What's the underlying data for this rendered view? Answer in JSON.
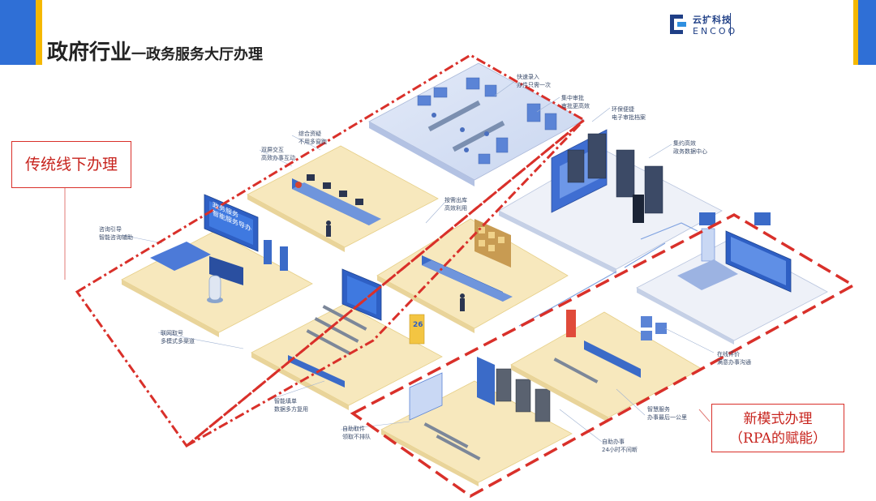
{
  "header": {
    "title_main": "政府行业",
    "title_sub": "一政务服务大厅办理",
    "brand_cn": "云扩科技",
    "brand_en": "ENCOO"
  },
  "callouts": {
    "traditional": "传统线下办理",
    "new_mode_line1": "新模式办理",
    "new_mode_line2": "（RPA的赋能）"
  },
  "screens": {
    "big_screen_line1": "政务服务",
    "big_screen_line2": "智能服务导办",
    "number_display": "26"
  },
  "labels": [
    {
      "line1": "快速录入",
      "line2": "办件只需一次"
    },
    {
      "line1": "集中审批",
      "line2": "审批更高效"
    },
    {
      "line1": "环保便捷",
      "line2": "电子审批档案"
    },
    {
      "line1": "集约高效",
      "line2": "政务数据中心"
    },
    {
      "line1": "综合资疑",
      "line2": "不用多窗跑"
    },
    {
      "line1": "双屏交互",
      "line2": "高效办事互动"
    },
    {
      "line1": "咨询引导",
      "line2": "智能咨询辅助"
    },
    {
      "line1": "按需出库",
      "line2": "高效利用"
    },
    {
      "line1": "联网取号",
      "line2": "多模式多渠道"
    },
    {
      "line1": "智能填单",
      "line2": "数据多方复用"
    },
    {
      "line1": "在线评价",
      "line2": "满意办事沟通"
    },
    {
      "line1": "智慧服务",
      "line2": "办事最后一公里"
    },
    {
      "line1": "自助取件",
      "line2": "领取不排队"
    },
    {
      "line1": "自助办事",
      "line2": "24小时不间断"
    }
  ]
}
